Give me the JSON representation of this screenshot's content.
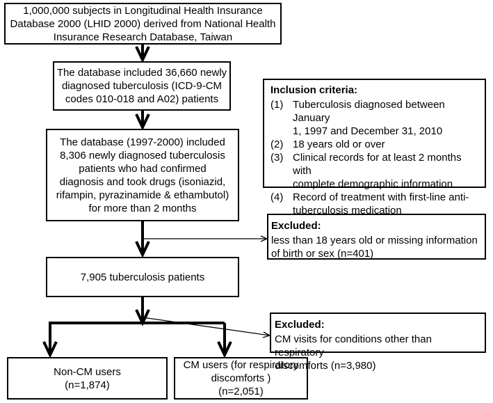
{
  "boxes": {
    "lhid": "1,000,000 subjects in Longitudinal Health Insurance\nDatabase 2000 (LHID 2000) derived from National Health\nInsurance Research Database, Taiwan",
    "newly_diagnosed": "The database included 36,660 newly\ndiagnosed tuberculosis (ICD-9-CM\ncodes 010-018 and A02) patients",
    "confirmed": "The database (1997-2000)  included\n8,306 newly diagnosed tuberculosis\npatients who had confirmed\ndiagnosis and took drugs (isoniazid,\nrifampin, pyrazinamide & ethambutol)\nfor more than 2 months",
    "tb_patients": "7,905 tuberculosis patients",
    "non_cm": "Non-CM users\n(n=1,874)",
    "cm": "CM users (for respiratory\ndiscomforts )\n(n=2,051)"
  },
  "inclusion": {
    "title": "Inclusion criteria:",
    "items": [
      {
        "num": "(1)",
        "text": "Tuberculosis diagnosed between January\n1, 1997 and December 31, 2010"
      },
      {
        "num": "(2)",
        "text": "18 years old or over"
      },
      {
        "num": "(3)",
        "text": "Clinical records for at least 2 months with\ncomplete demographic information"
      },
      {
        "num": "(4)",
        "text": "Record of treatment with first-line anti-\ntuberculosis medication"
      }
    ]
  },
  "excluded1": {
    "title": "Excluded:",
    "text": "less than 18 years old or missing information\nof birth or sex (n=401)"
  },
  "excluded2": {
    "title": "Excluded:",
    "text": "CM visits for conditions other than respiratory\ndiscomforts (n=3,980)"
  }
}
